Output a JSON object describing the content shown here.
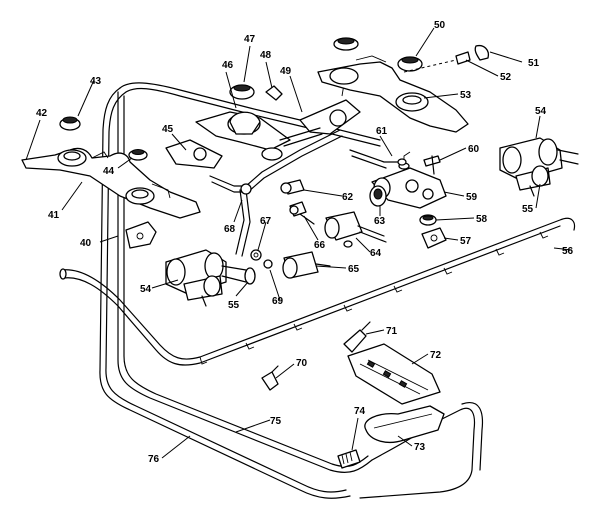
{
  "diagram": {
    "labels": [
      "40",
      "41",
      "42",
      "43",
      "44",
      "45",
      "46",
      "47",
      "48",
      "49",
      "50",
      "51",
      "52",
      "53",
      "54",
      "55",
      "56",
      "57",
      "58",
      "59",
      "60",
      "61",
      "62",
      "63",
      "64",
      "65",
      "66",
      "67",
      "68",
      "69",
      "70",
      "71",
      "72",
      "73",
      "74",
      "75",
      "76"
    ]
  }
}
